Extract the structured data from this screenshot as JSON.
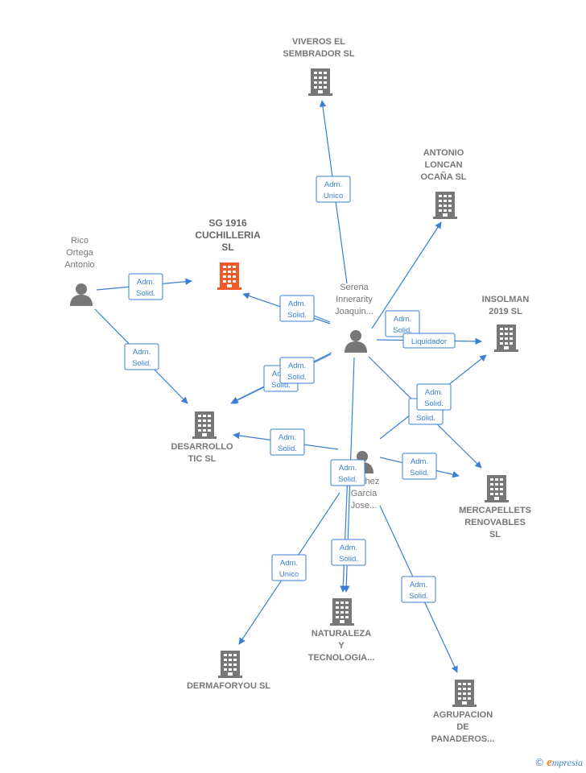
{
  "colors": {
    "edge": "#3a7fd5",
    "building": "#777777",
    "building_main": "#f05a28",
    "person": "#777777",
    "brand": "#f08a00"
  },
  "nodes": [
    {
      "id": "viveros",
      "type": "company",
      "lines": [
        "VIVEROS EL",
        "SEMBRADOR SL"
      ]
    },
    {
      "id": "antonio",
      "type": "company",
      "lines": [
        "ANTONIO",
        "LONCAN",
        "OCAÑA SL"
      ]
    },
    {
      "id": "sg1916",
      "type": "company-main",
      "lines": [
        "SG 1916",
        "CUCHILLERIA",
        "SL"
      ]
    },
    {
      "id": "rico",
      "type": "person",
      "lines": [
        "Rico",
        "Ortega",
        "Antonio"
      ]
    },
    {
      "id": "serena",
      "type": "person",
      "lines": [
        "Serena",
        "Innerarity",
        "Joaquin..."
      ]
    },
    {
      "id": "insolman",
      "type": "company",
      "lines": [
        "INSOLMAN",
        "2019 SL"
      ]
    },
    {
      "id": "desarrollo",
      "type": "company",
      "lines": [
        "DESARROLLO",
        "TIC SL"
      ]
    },
    {
      "id": "sanchez",
      "type": "person",
      "lines": [
        "...nchez",
        "Garcia",
        "Jose..."
      ]
    },
    {
      "id": "mercapellets",
      "type": "company",
      "lines": [
        "MERCAPELLETS",
        "RENOVABLES",
        "SL"
      ]
    },
    {
      "id": "naturaleza",
      "type": "company",
      "lines": [
        "NATURALEZA",
        "Y",
        "TECNOLOGIA..."
      ]
    },
    {
      "id": "dermaforyou",
      "type": "company",
      "lines": [
        "DERMAFORYOU SL"
      ]
    },
    {
      "id": "agrupacion",
      "type": "company",
      "lines": [
        "AGRUPACION",
        "DE",
        "PANADEROS..."
      ]
    }
  ],
  "relations": [
    {
      "lines": [
        "Adm.",
        "Unico"
      ]
    },
    {
      "lines": [
        "Adm.",
        "Solid."
      ]
    },
    {
      "lines": [
        "Adm.",
        "Solid."
      ]
    },
    {
      "lines": [
        "Adm.",
        "Solid."
      ]
    },
    {
      "lines": [
        "Liquidador"
      ]
    },
    {
      "lines": [
        "Adm.",
        "Solid."
      ]
    },
    {
      "lines": [
        "Adm.",
        "Solid."
      ]
    },
    {
      "lines": [
        "Adm.",
        "Solid."
      ]
    },
    {
      "lines": [
        "Adm.",
        "Solid."
      ]
    },
    {
      "lines": [
        "Adm.",
        "Solid."
      ]
    },
    {
      "lines": [
        "Adm.",
        "Solid."
      ]
    },
    {
      "lines": [
        "Adm.",
        "Solid."
      ]
    },
    {
      "lines": [
        "Adm.",
        "Solid."
      ]
    },
    {
      "lines": [
        "Adm.",
        "Solid."
      ]
    },
    {
      "lines": [
        "Adm.",
        "Unico"
      ]
    },
    {
      "lines": [
        "Adm.",
        "Solid."
      ]
    },
    {
      "lines": [
        "Adm.",
        "Unico"
      ]
    }
  ],
  "footer": {
    "copyright": "©",
    "brand_initial": "e",
    "brand_rest": "mpresia"
  }
}
